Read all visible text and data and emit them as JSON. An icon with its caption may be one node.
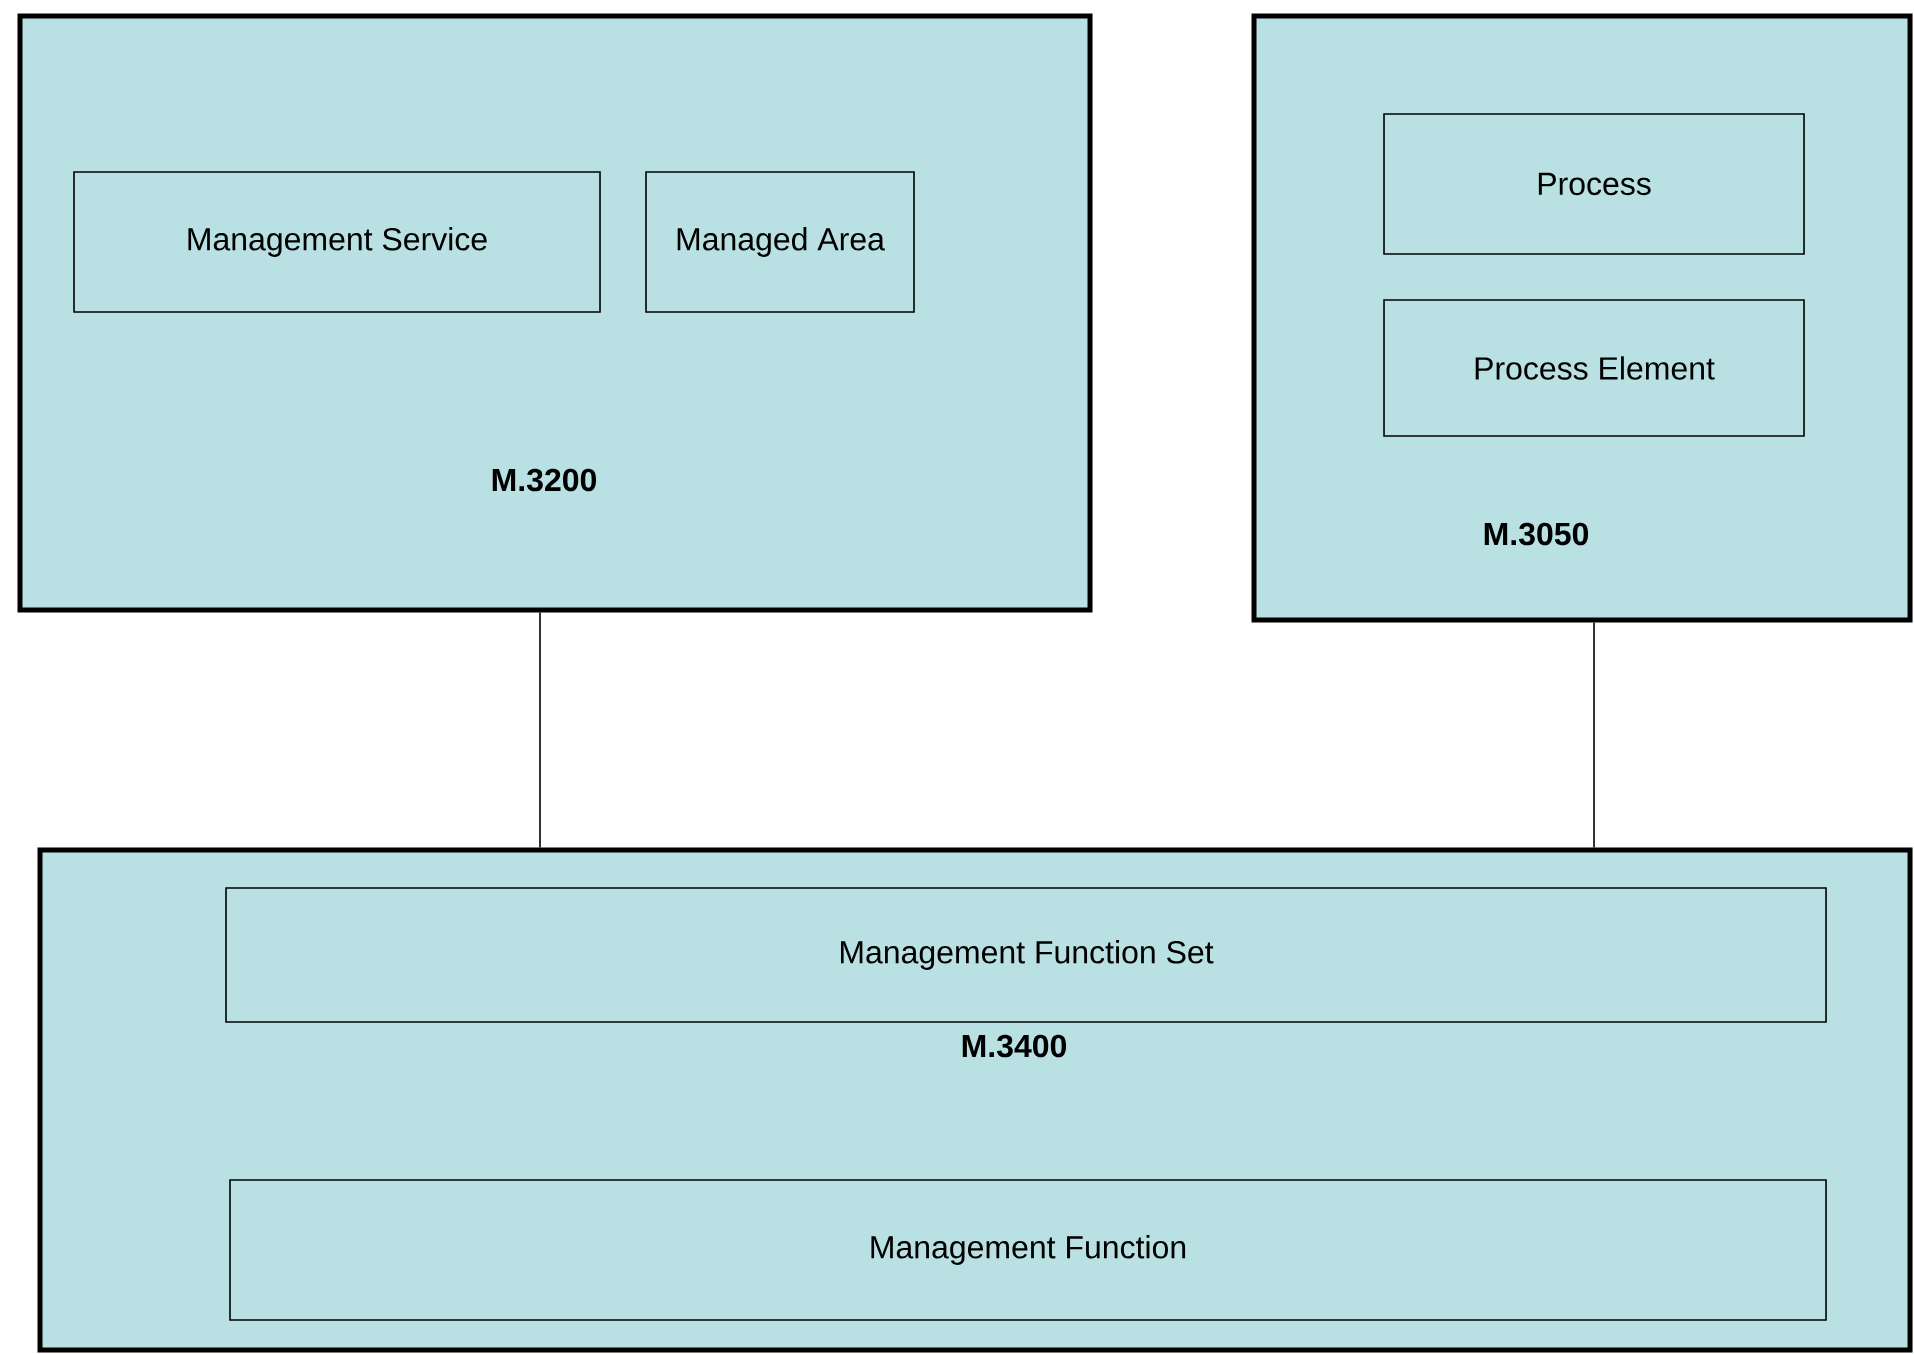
{
  "diagram": {
    "nodes": [
      {
        "text": [
          "M.3200"
        ]
      },
      {
        "text": [
          "Management Service"
        ],
        "in": 0
      },
      {
        "text": [
          "Managed Area"
        ],
        "in": 0
      },
      {
        "text": [
          "M.3050"
        ]
      },
      {
        "text": [
          "Process"
        ],
        "in": 3
      },
      {
        "text": [
          "Process Element"
        ],
        "in": 3
      },
      {
        "text": [
          "M.3400"
        ]
      },
      {
        "text": [
          "Management Function Set"
        ],
        "in": 6
      },
      {
        "text": [
          "Management Function"
        ],
        "in": 6
      }
    ],
    "edges": [
      {
        "from": 0,
        "to": 6,
        "arrow": "none"
      },
      {
        "from": 3,
        "to": 6,
        "arrow": "none"
      }
    ]
  }
}
